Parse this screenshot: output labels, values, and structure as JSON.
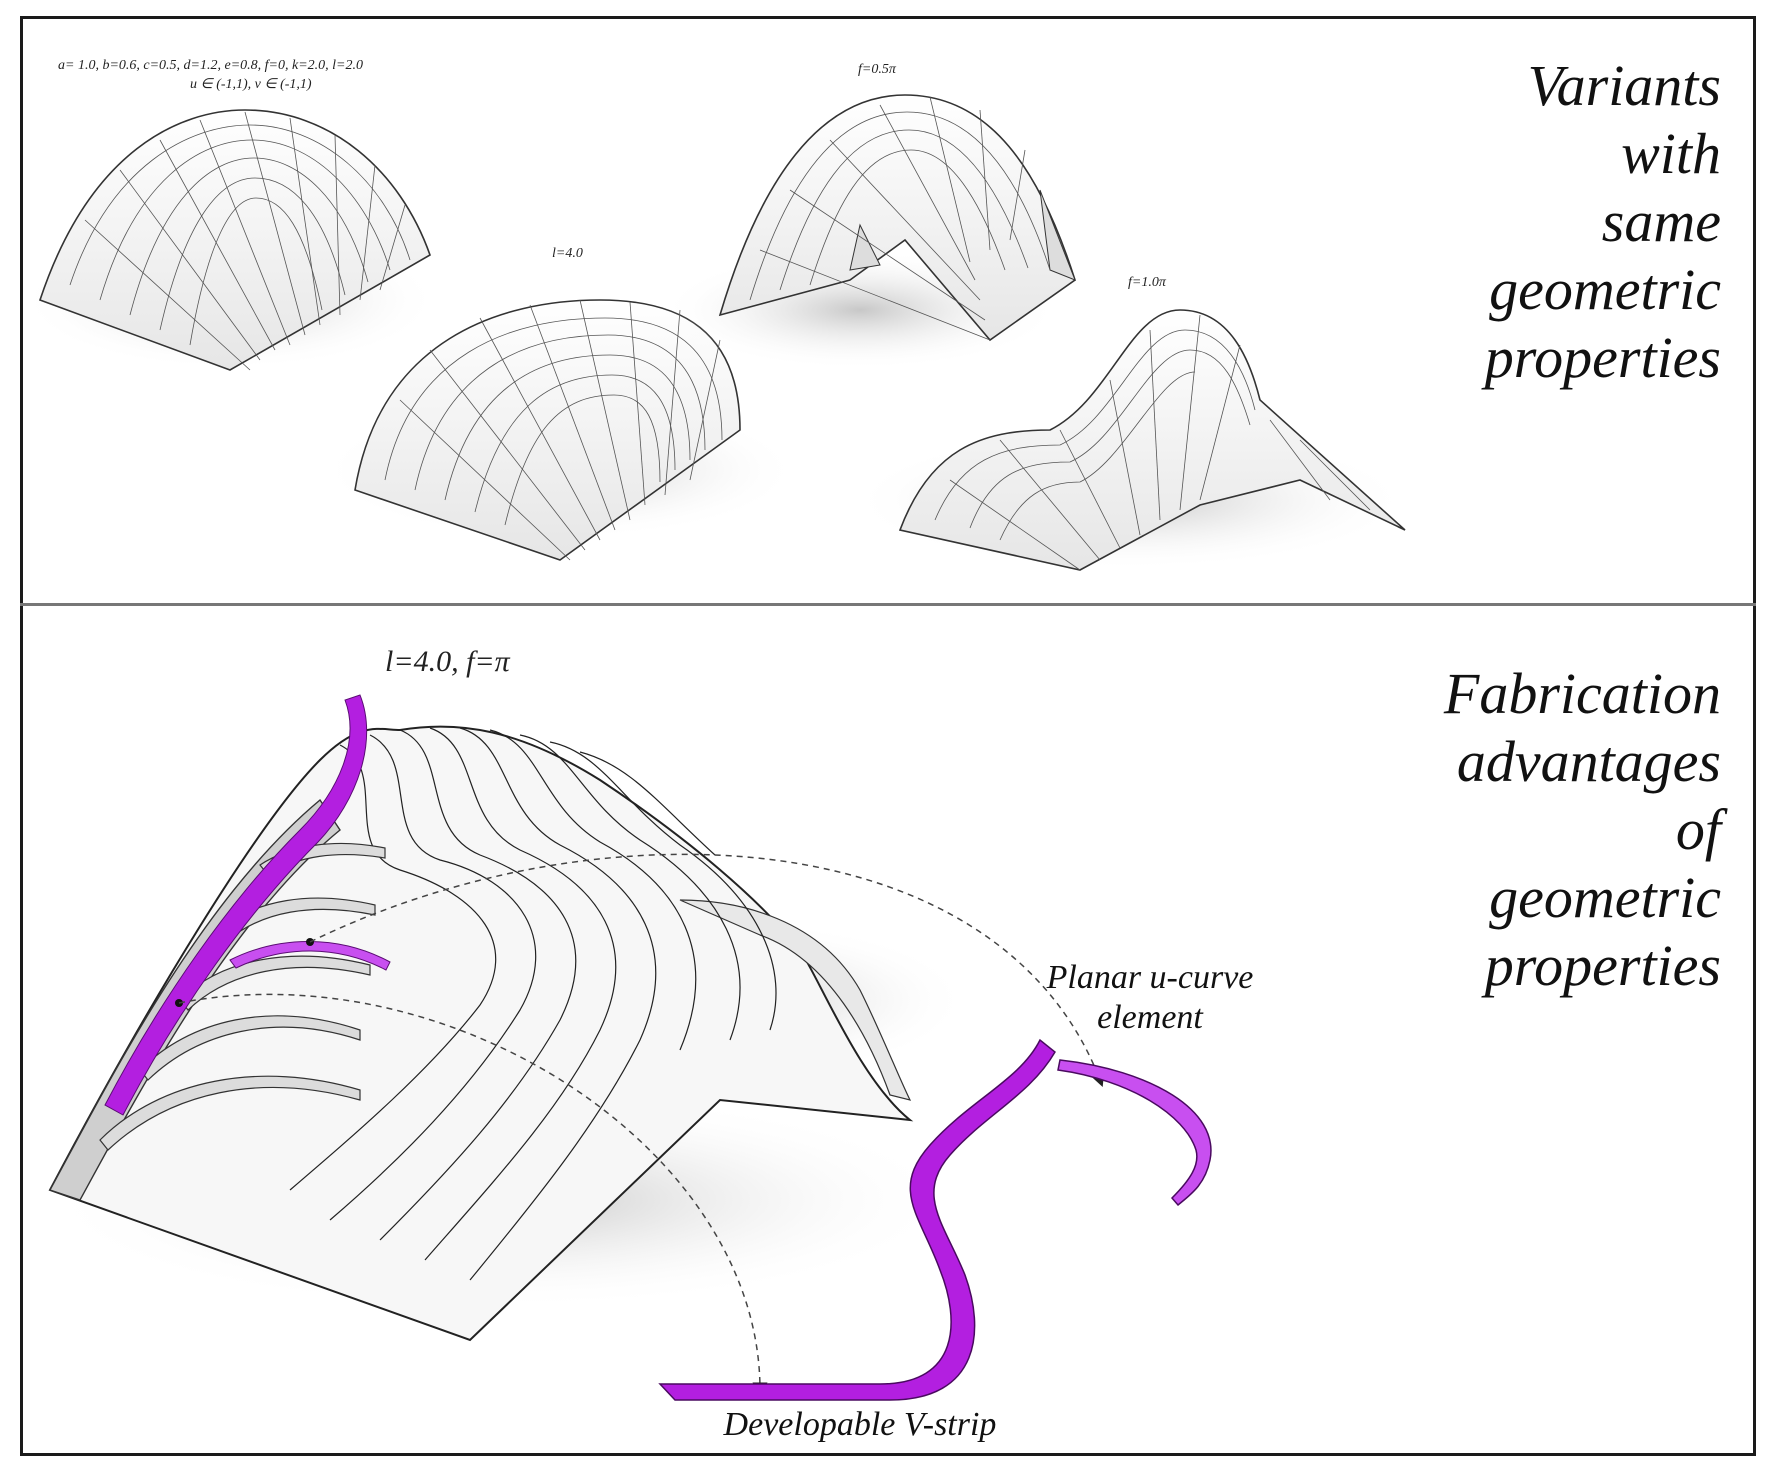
{
  "top_panel": {
    "title_lines": [
      "Variants",
      "with",
      "same",
      "geometric",
      "properties"
    ],
    "base_params_line1": "a= 1.0, b=0.6, c=0.5, d=1.2, e=0.8, f=0, k=2.0, l=2.0",
    "base_params_line2": "u ∈ (-1,1), v ∈ (-1,1)",
    "variant_l": "l=4.0",
    "variant_f05": "f=0.5π",
    "variant_f10": "f=1.0π"
  },
  "bottom_panel": {
    "title_lines": [
      "Fabrication",
      "advantages",
      "of",
      "geometric",
      "properties"
    ],
    "params": "l=4.0, f=π",
    "callout_u_curve_line1": "Planar u-curve",
    "callout_u_curve_line2": "element",
    "callout_v_strip": "Developable V-strip",
    "accent_color": "#b31fe0"
  }
}
